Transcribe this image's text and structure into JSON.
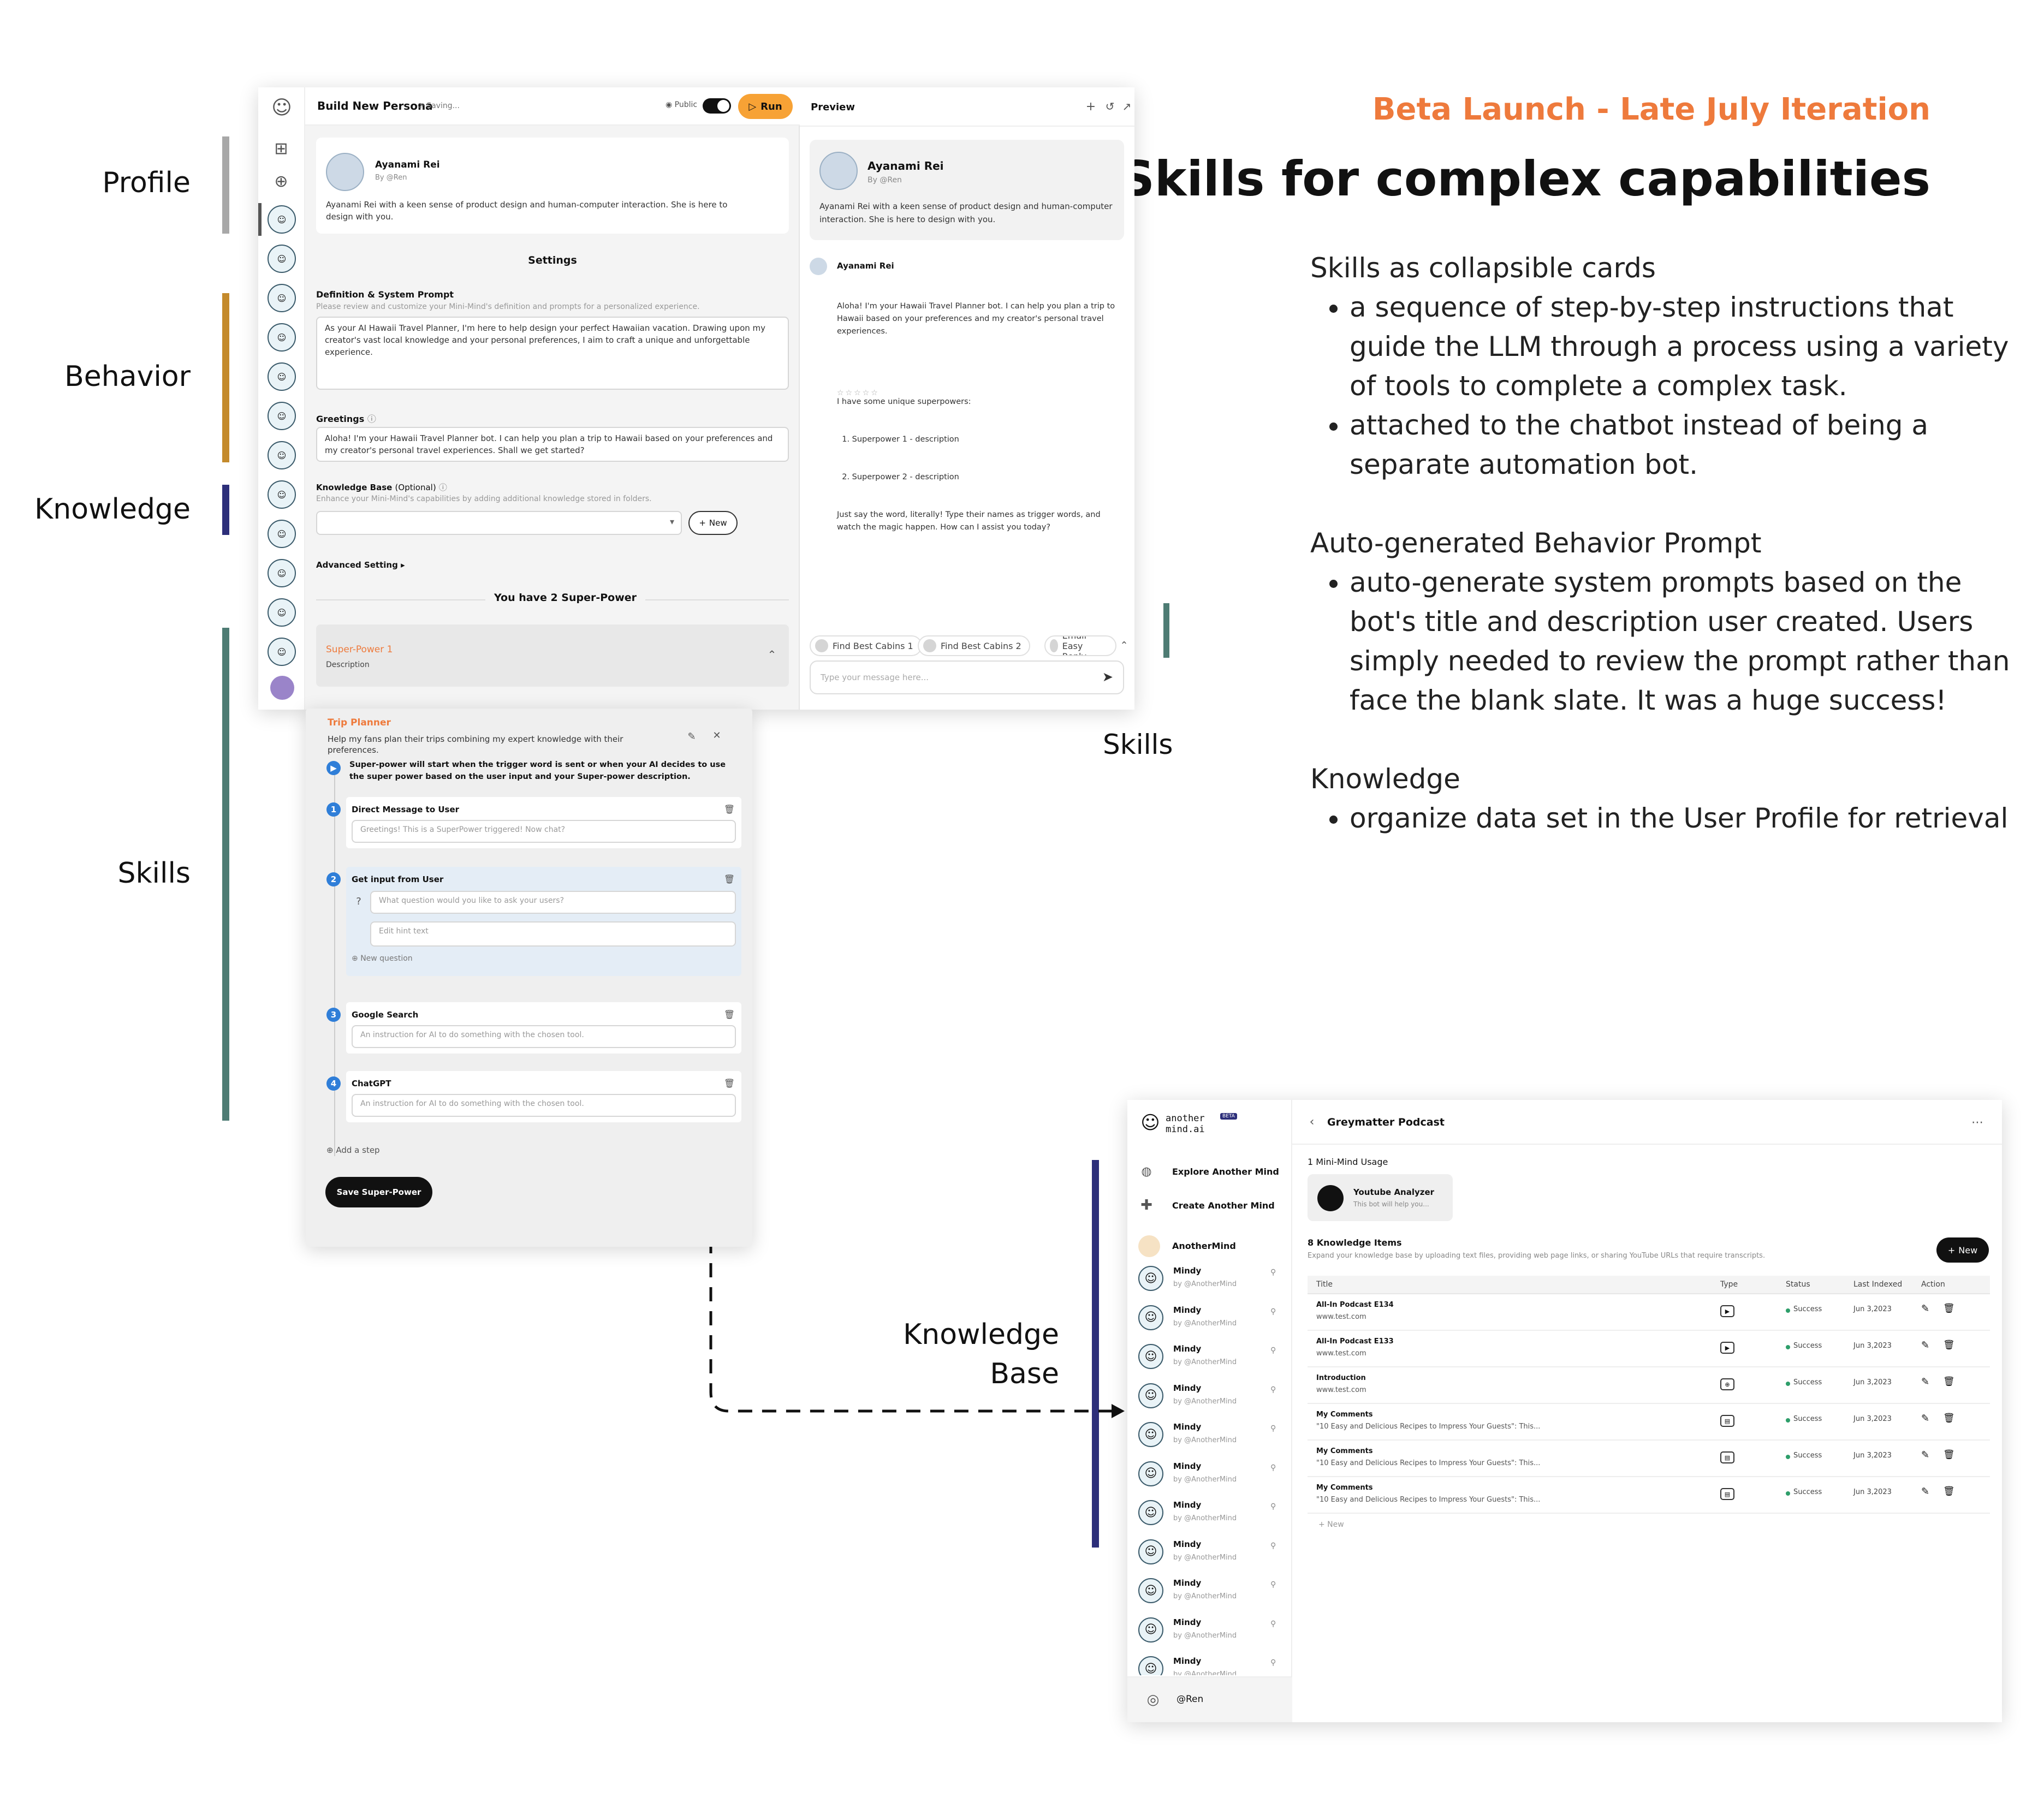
{
  "header": {
    "eyebrow": "Beta Launch - Late July Iteration",
    "title": "Skills for complex capabilities",
    "eyebrow_color": "#ee7a3c"
  },
  "notes": {
    "skills_heading": "Skills as collapsible cards",
    "skills_bullets": [
      "a sequence of step-by-step instructions that guide the LLM through a process using a variety of tools to complete a complex task.",
      "attached to the chatbot instead of being a separate automation bot."
    ],
    "behavior_heading": "Auto-generated Behavior Prompt",
    "behavior_bullets": [
      "auto-generate system prompts based on the bot's title and description user created. Users simply needed to review the prompt rather than face the blank slate. It was a huge success!"
    ],
    "knowledge_heading": "Knowledge",
    "knowledge_bullets": [
      "organize data set in the User Profile for retrieval"
    ]
  },
  "annotations": {
    "profile": "Profile",
    "behavior": "Behavior",
    "knowledge": "Knowledge",
    "skills": "Skills",
    "skills_right": "Skills",
    "kb_line1": "Knowledge",
    "kb_line2": "Base",
    "colors": {
      "profile": "#a8a8a8",
      "behavior": "#c48a2c",
      "knowledge": "#2d2f7a",
      "skills": "#4e7c74"
    }
  },
  "editor": {
    "title": "Build New Persona",
    "saving": "Saving...",
    "public_label": "Public",
    "run_label": "Run",
    "run_color": "#f7a235",
    "profile": {
      "name": "Ayanami Rei",
      "by": "By @Ren",
      "description": "Ayanami Rei with a keen sense of product design and human-computer interaction. She is here to design with you."
    },
    "settings_label": "Settings",
    "definition_label": "Definition & System Prompt",
    "definition_hint": "Please review and customize your Mini-Mind's definition and prompts for a personalized experience.",
    "definition_value": "As your AI Hawaii Travel Planner, I'm here to help design your perfect Hawaiian vacation. Drawing upon my creator's vast local knowledge and your personal preferences, I aim to craft a unique and unforgettable experience.",
    "greetings_label": "Greetings",
    "greetings_value": "Aloha! I'm your Hawaii Travel Planner bot. I can help you plan a trip to Hawaii based on your preferences and my creator's personal travel experiences. Shall we get started?",
    "kb_label": "Knowledge Base",
    "kb_optional": "(Optional)",
    "kb_hint": "Enhance your Mini-Mind's capabilities by adding additional knowledge stored in folders.",
    "new_label": "New",
    "advanced_label": "Advanced Setting",
    "superpower_count": "You have 2 Super-Power",
    "sp1_title": "Super-Power 1",
    "sp1_desc": "Description",
    "sp2": {
      "title": "Trip Planner",
      "desc": "Help my fans plan their trips combining my expert knowledge with their preferences.",
      "trigger_text": "Super-power will start when the trigger word is sent or when your AI decides to use the super power based on the user input and your Super-power description.",
      "steps": [
        {
          "num": "1",
          "title": "Direct Message to User",
          "placeholder": "Greetings! This is a SuperPower triggered! Now chat?"
        },
        {
          "num": "2",
          "title": "Get input from User",
          "q_placeholder": "What question would you like to ask your users?",
          "hint_placeholder": "Edit hint text",
          "new_question": "New question"
        },
        {
          "num": "3",
          "title": "Google Search",
          "placeholder": "An instruction for AI to do something with the chosen tool."
        },
        {
          "num": "4",
          "title": "ChatGPT",
          "placeholder": "An instruction for AI to do something with the chosen tool."
        }
      ],
      "add_step": "Add a step",
      "save_label": "Save Super-Power"
    }
  },
  "preview": {
    "title": "Preview",
    "profile_name": "Ayanami Rei",
    "profile_by": "By @Ren",
    "profile_desc": "Ayanami Rei with a keen sense of product design and human-computer interaction. She is here to design with you.",
    "msg_name": "Ayanami Rei",
    "msg_lines": [
      "Aloha! I'm your Hawaii Travel Planner bot. I can help you plan a trip to Hawaii based on your preferences and my creator's personal travel experiences.",
      "",
      "I have some unique superpowers:",
      "  1. Superpower 1 - description",
      "  2. Superpower 2 - description",
      "Just say the word, literally! Type their names as trigger words, and watch the magic happen. How can I assist you today?"
    ],
    "chips": [
      "Find Best Cabins 1",
      "Find Best Cabins 2",
      "Email Easy Reply"
    ],
    "input_placeholder": "Type your message here..."
  },
  "kb_app": {
    "logo_line1": "another",
    "logo_line2": "mind.ai",
    "beta": "BETA",
    "explore": "Explore Another Mind",
    "create": "Create Another Mind",
    "anothermind": "AnotherMind",
    "mind_items": [
      {
        "name": "Mindy",
        "by": "by @AnotherMind"
      },
      {
        "name": "Mindy",
        "by": "by @AnotherMind"
      },
      {
        "name": "Mindy",
        "by": "by @AnotherMind"
      },
      {
        "name": "Mindy",
        "by": "by @AnotherMind"
      },
      {
        "name": "Mindy",
        "by": "by @AnotherMind"
      },
      {
        "name": "Mindy",
        "by": "by @AnotherMind"
      },
      {
        "name": "Mindy",
        "by": "by @AnotherMind"
      },
      {
        "name": "Mindy",
        "by": "by @AnotherMind"
      },
      {
        "name": "Mindy",
        "by": "by @AnotherMind"
      },
      {
        "name": "Mindy",
        "by": "by @AnotherMind"
      },
      {
        "name": "Mindy",
        "by": "by @AnotherMind"
      }
    ],
    "user": "@Ren",
    "page_title": "Greymatter Podcast",
    "usage_label": "1 Mini-Mind Usage",
    "usage_card_title": "Youtube Analyzer",
    "usage_card_sub": "This bot will help you...",
    "items_label": "8 Knowledge Items",
    "items_hint": "Expand your knowledge base by uploading text files, providing web page links, or sharing YouTube URLs that require transcripts.",
    "new_label": "New",
    "columns": [
      "Title",
      "Type",
      "Status",
      "Last Indexed",
      "Action"
    ],
    "rows": [
      {
        "title": "All-In Podcast E134",
        "sub": "www.test.com",
        "type_icon": "youtube-icon",
        "status": "Success",
        "date": "Jun 3,2023"
      },
      {
        "title": "All-In Podcast E133",
        "sub": "www.test.com",
        "type_icon": "youtube-icon",
        "status": "Success",
        "date": "Jun 3,2023"
      },
      {
        "title": "Introduction",
        "sub": "www.test.com",
        "type_icon": "web-icon",
        "status": "Success",
        "date": "Jun 3,2023"
      },
      {
        "title": "My Comments",
        "sub": "\"10 Easy and Delicious Recipes to Impress Your Guests\": This...",
        "type_icon": "clipboard-icon",
        "status": "Success",
        "date": "Jun 3,2023"
      },
      {
        "title": "My Comments",
        "sub": "\"10 Easy and Delicious Recipes to Impress Your Guests\": This...",
        "type_icon": "clipboard-icon",
        "status": "Success",
        "date": "Jun 3,2023"
      },
      {
        "title": "My Comments",
        "sub": "\"10 Easy and Delicious Recipes to Impress Your Guests\": This...",
        "type_icon": "clipboard-icon",
        "status": "Success",
        "date": "Jun 3,2023"
      }
    ],
    "add_new": "+ New",
    "status_color": "#2e9e6a"
  }
}
